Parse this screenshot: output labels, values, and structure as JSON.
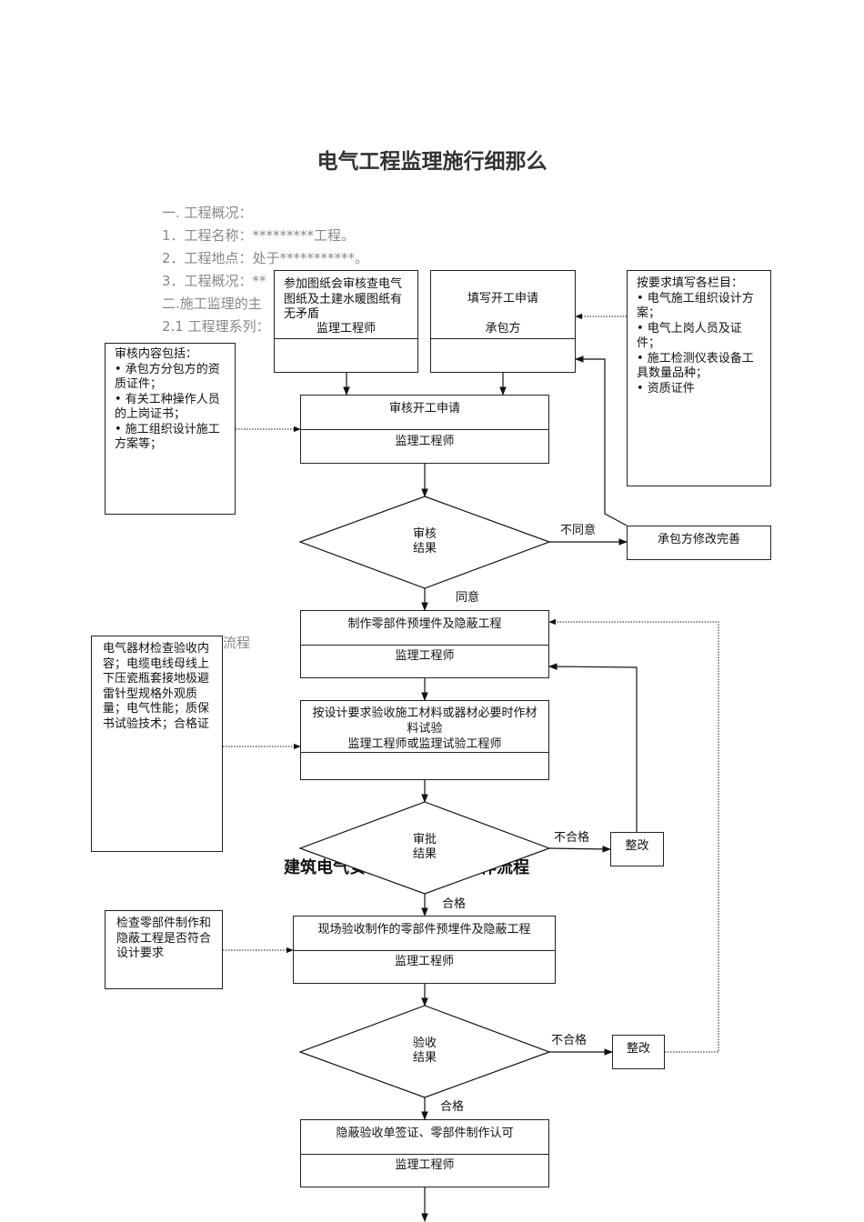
{
  "title": "电气工程监理施行细那么",
  "background_text": {
    "l1": "一. 工程概况：",
    "l2": "1．工程名称：*********工程。",
    "l3": "2．工程地点：处于***********。",
    "l4": "3．工程概况：**",
    "l5": "二.施工监理的主",
    "l6": "2.1 工程理系列：",
    "l7": "工作的流程",
    "watermark": "建筑电气安装工程监理的工作流程"
  },
  "boxes": {
    "drawing_review": {
      "text": "参加图纸会审核查电气图纸及土建水暖图纸有无矛盾",
      "role": "监理工程师"
    },
    "start_apply": {
      "text": "填写开工申请",
      "role": "承包方"
    },
    "review_apply": {
      "text": "审核开工申请",
      "role": "监理工程师"
    },
    "contractor_fix": {
      "text": "承包方修改完善"
    },
    "make_parts": {
      "text": "制作零部件预埋件及隐蔽工程",
      "role": "监理工程师"
    },
    "material_check": {
      "text": "按设计要求验收施工材料或器材必要时作材料试验",
      "role": "监理工程师或监理试验工程师"
    },
    "rectify1": {
      "text": "整改"
    },
    "site_accept": {
      "text": "现场验收制作的零部件预埋件及隐蔽工程",
      "role": "监理工程师"
    },
    "rectify2": {
      "text": "整改"
    },
    "hidden_sign": {
      "text": "隐蔽验收单签证、零部件制作认可",
      "role": "监理工程师"
    }
  },
  "notes": {
    "review_content": "审核内容包括：\n• 承包方分包方的资质证件；\n• 有关工种操作人员的上岗证书；\n• 施工组织设计施工方案等；",
    "fill_items": "按要求填写各栏目：\n• 电气施工组织设计方案；\n• 电气上岗人员及证件；\n• 施工检测仪表设备工具数量品种；\n• 资质证件",
    "material_content": "电气器材检查验收内容；电缆电线母线上下压瓷瓶套接地极避雷针型规格外观质量；电气性能；质保书试验技术；合格证",
    "check_parts": "检查零部件制作和隐蔽工程是否符合设计要求"
  },
  "decisions": {
    "d1": "审核\n结果",
    "d2": "审批\n结果",
    "d3": "验收\n结果"
  },
  "labels": {
    "disagree": "不同意",
    "agree": "同意",
    "fail1": "不合格",
    "pass1": "合格",
    "fail2": "不合格",
    "pass2": "合格"
  }
}
